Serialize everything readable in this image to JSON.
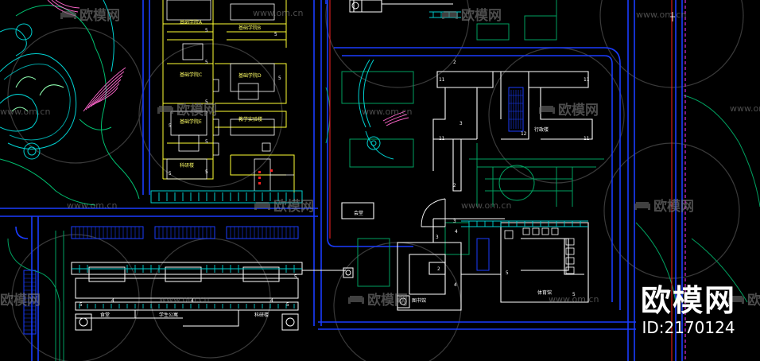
{
  "watermark": {
    "brand": "欧模网",
    "url": "www.om.cn",
    "id_text": "ID:2170124"
  },
  "room_labels": {
    "classroom_a": "基础学院A",
    "classroom_b": "基础学院B",
    "classroom_c": "基础学院C",
    "classroom_d": "基础学院D",
    "classroom_e": "基础学院E",
    "teaching_center": "教学实验楼",
    "admin": "行政楼",
    "library": "图书馆",
    "gym": "体育馆",
    "canteen": "食堂",
    "dorm": "学生公寓",
    "research": "科研楼",
    "hall": "会堂"
  },
  "colors": {
    "road": "#1a3cff",
    "green": "#00c87a",
    "cyan": "#00e5ff",
    "yellow": "#ffff33",
    "white": "#ffffff",
    "red": "#ff2222",
    "magenta": "#ff33ff"
  }
}
